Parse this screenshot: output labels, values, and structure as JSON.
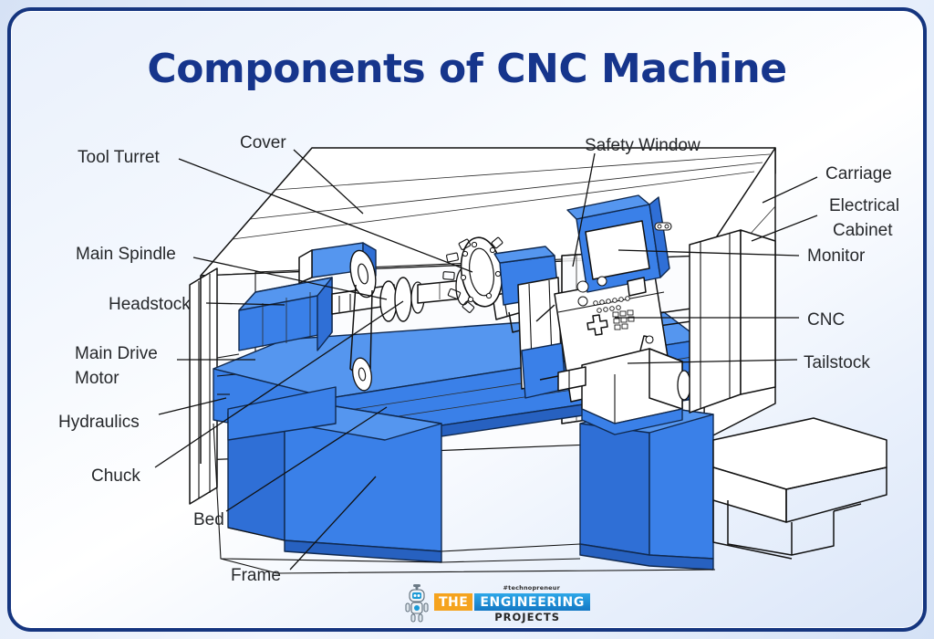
{
  "page": {
    "title": "Components of CNC Machine",
    "title_color": "#16358c",
    "border_color": "#15357f",
    "background_color": "#eaf1fc",
    "machine_color": "#3a80e8",
    "outline_color": "#111111",
    "label_color": "#26282b"
  },
  "labels": {
    "left": [
      {
        "id": "tool-turret",
        "text": "Tool Turret"
      },
      {
        "id": "main-spindle",
        "text": "Main Spindle"
      },
      {
        "id": "headstock",
        "text": "Headstock"
      },
      {
        "id": "main-drive-motor",
        "text": "Main Drive",
        "text2": "Motor"
      },
      {
        "id": "hydraulics",
        "text": "Hydraulics"
      },
      {
        "id": "chuck",
        "text": "Chuck"
      }
    ],
    "top": [
      {
        "id": "cover",
        "text": "Cover"
      },
      {
        "id": "safety-window",
        "text": "Safety Window"
      }
    ],
    "right": [
      {
        "id": "carriage",
        "text": "Carriage"
      },
      {
        "id": "electrical-cabinet",
        "text": "Electrical",
        "text2": "Cabinet"
      },
      {
        "id": "monitor",
        "text": "Monitor"
      },
      {
        "id": "cnc",
        "text": "CNC"
      },
      {
        "id": "tailstock",
        "text": "Tailstock"
      }
    ],
    "bottom": [
      {
        "id": "bed",
        "text": "Bed"
      },
      {
        "id": "frame",
        "text": "Frame"
      }
    ]
  },
  "logo": {
    "tagline": "#technopreneur",
    "word_the": "THE",
    "word_engineering": "ENGINEERING",
    "word_projects": "PROJECTS",
    "color_the": "#f5a31e",
    "color_engineering": "#1478c4"
  }
}
